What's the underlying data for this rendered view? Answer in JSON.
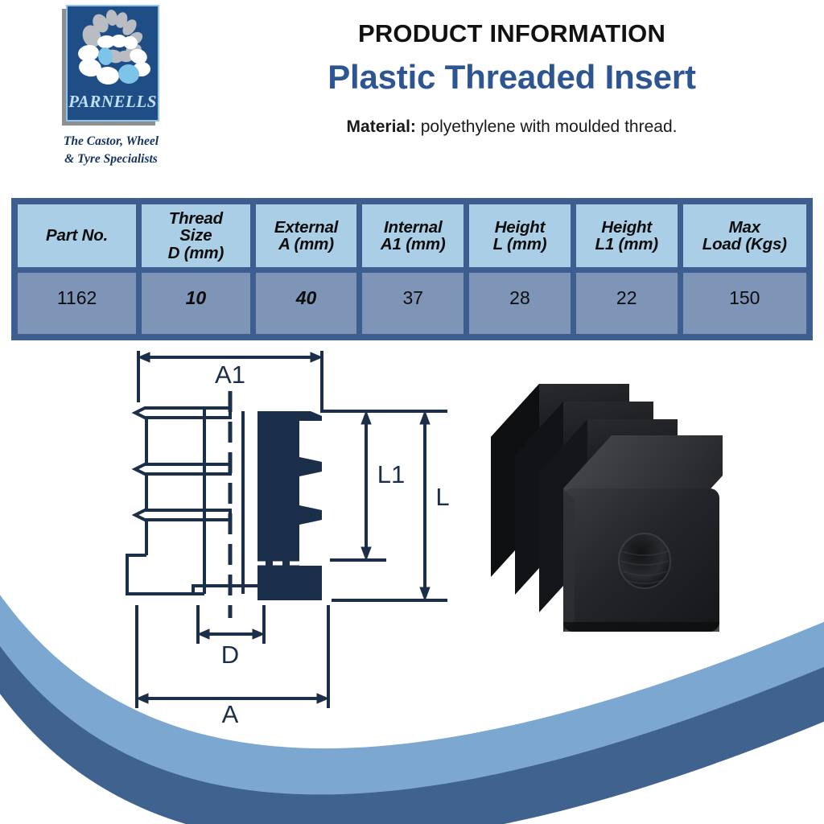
{
  "brand": {
    "wordmark": "PARNELLS",
    "tagline_line1": "The Castor, Wheel",
    "tagline_line2": "& Tyre Specialists",
    "card_color": "#1f4e87",
    "card_border_color": "#8fc3e8",
    "wordmark_color": "#bfe0f4",
    "tagline_color": "#14315e"
  },
  "header": {
    "kicker": "PRODUCT INFORMATION",
    "product_title": "Plastic Threaded Insert",
    "material_label": "Material:",
    "material_value": "polyethylene with moulded thread.",
    "title_color": "#2c5591"
  },
  "table": {
    "frame_color": "#3d5f8f",
    "header_cell_color": "#a9cee6",
    "data_cell_color": "#7e95b8",
    "columns": [
      {
        "label": "Part No."
      },
      {
        "label": "Thread\nSize\nD (mm)"
      },
      {
        "label": "External\nA (mm)"
      },
      {
        "label": "Internal\nA1 (mm)"
      },
      {
        "label": "Height\nL (mm)"
      },
      {
        "label": "Height\nL1 (mm)"
      },
      {
        "label": "Max\nLoad (Kgs)"
      }
    ],
    "rows": [
      {
        "part_no": "1162",
        "thread_size_d_mm": "10",
        "external_a_mm": "40",
        "internal_a1_mm": "37",
        "height_l_mm": "28",
        "height_l1_mm": "22",
        "max_load_kgs": "150"
      }
    ]
  },
  "drawing": {
    "line_color": "#1b2f4b",
    "dimension_labels": {
      "a1": "A1",
      "a": "A",
      "d": "D",
      "l": "L",
      "l1": "L1"
    }
  },
  "photo": {
    "alt": "black square plastic threaded insert with finned body and central threaded hole",
    "body_color": "#1a1a1c"
  },
  "footer": {
    "arc_light_color": "#7ba7d0",
    "arc_dark_color": "#3f628f"
  }
}
